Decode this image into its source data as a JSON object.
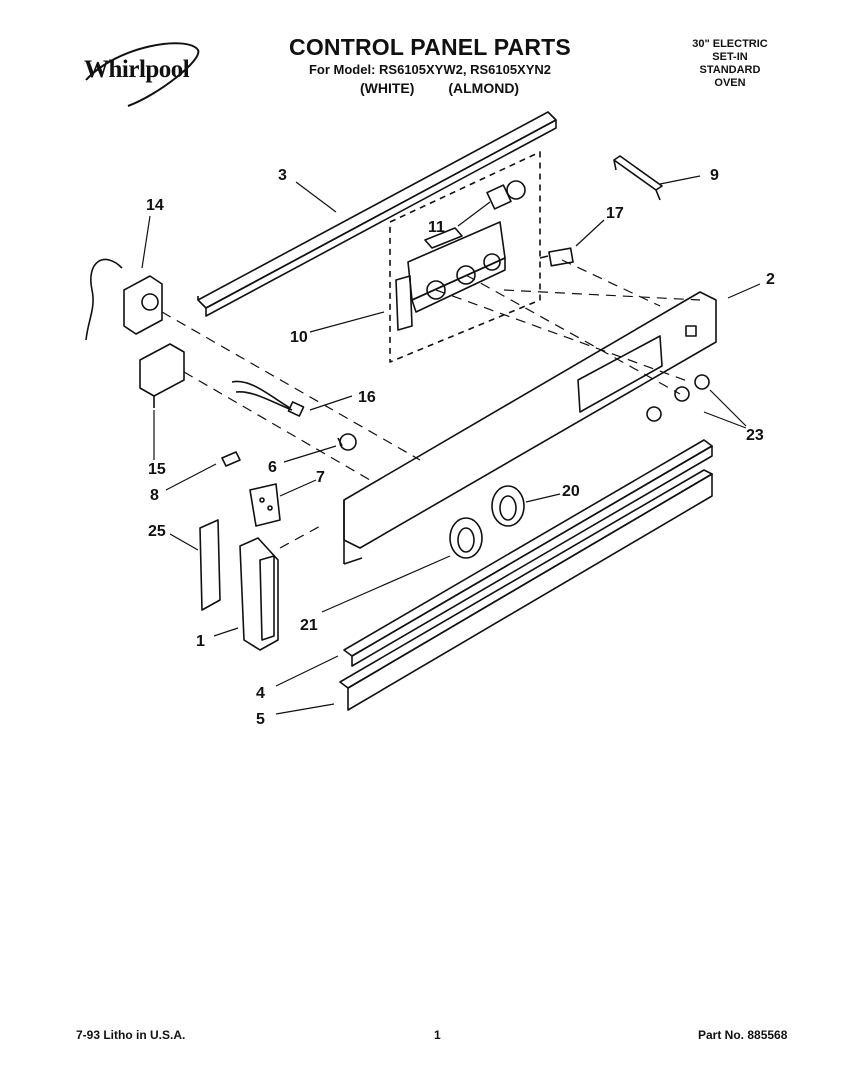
{
  "header": {
    "brand": "Whirlpool",
    "title": "CONTROL PANEL PARTS",
    "model_line": "For Model: RS6105XYW2, RS6105XYN2",
    "variants": [
      "(WHITE)",
      "(ALMOND)"
    ],
    "spec_lines": [
      "30\" ELECTRIC",
      "SET-IN",
      "STANDARD",
      "OVEN"
    ]
  },
  "callouts": {
    "c1": "1",
    "c2": "2",
    "c3": "3",
    "c4": "4",
    "c5": "5",
    "c6": "6",
    "c7": "7",
    "c8": "8",
    "c9": "9",
    "c10": "10",
    "c11": "11",
    "c14": "14",
    "c15": "15",
    "c16": "16",
    "c17": "17",
    "c20": "20",
    "c21": "21",
    "c23": "23",
    "c25": "25"
  },
  "footer": {
    "litho": "7-93 Litho in U.S.A.",
    "page": "1",
    "part_no": "Part No. 885568"
  }
}
